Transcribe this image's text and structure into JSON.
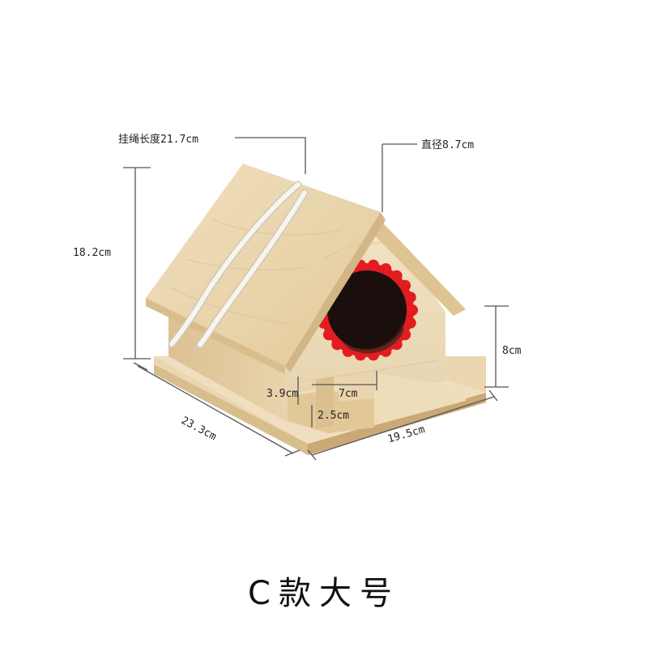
{
  "product_image": {
    "subject": "wooden-birdhouse",
    "colors": {
      "wood_light": "#efdcb8",
      "wood_mid": "#e4cda2",
      "wood_shadow": "#d2b687",
      "hole_dark": "#1a0f0c",
      "hole_trim": "#e11d22",
      "rope": "#f7f5ee",
      "dimension_lines": "#555555"
    }
  },
  "dimensions": {
    "rope_length": "挂绳长度21.7cm",
    "hole_diameter": "直径8.7cm",
    "total_height": "18.2cm",
    "wall_height": "8cm",
    "depth": "23.3cm",
    "width": "19.5cm",
    "perch_height": "3.9cm",
    "perch_length": "7cm",
    "step_height": "2.5cm"
  },
  "caption": "C款大号"
}
